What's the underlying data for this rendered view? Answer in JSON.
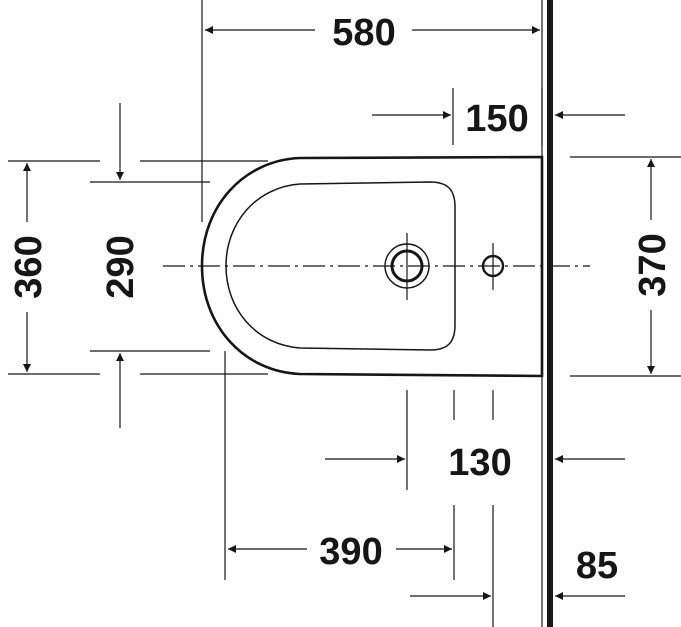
{
  "drawing": {
    "type": "bidet-top-view-dimension-drawing",
    "colors": {
      "line": "#161616",
      "background": "#ffffff"
    },
    "units": "mm",
    "dimensions": {
      "overall_length": "580",
      "tap_hole_to_wall": "150",
      "overall_width": "360",
      "inner_bowl_width": "290",
      "rear_width": "370",
      "waste_to_wall": "130",
      "front_to_waste": "390",
      "fixing_to_wall": "85"
    }
  }
}
